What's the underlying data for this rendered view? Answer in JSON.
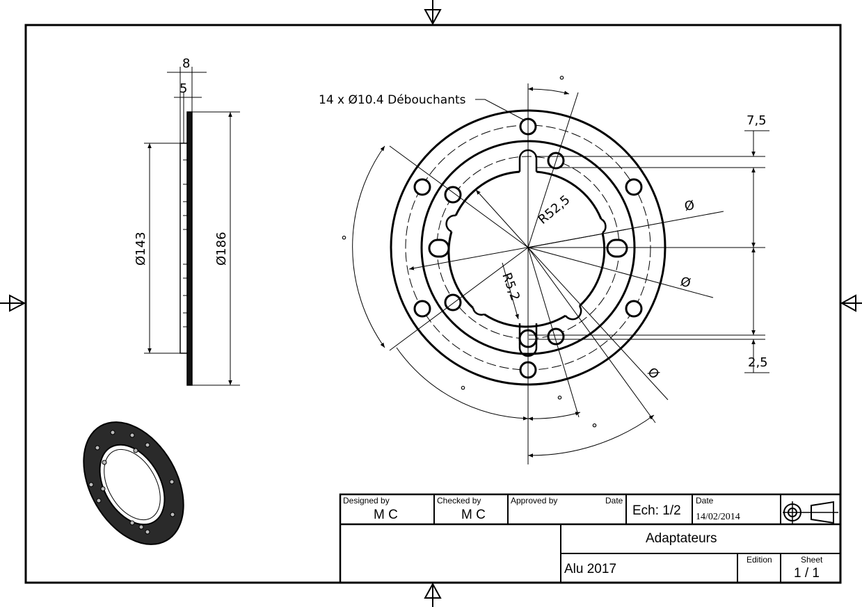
{
  "annotations": {
    "hole_callout": "14 x Ø10.4 Débouchants",
    "side_width_total": "8",
    "side_width_inner": "5",
    "side_dia_inner": "Ø143",
    "side_dia_outer": "Ø186",
    "radius_large": "R52,5",
    "radius_small": "R5,2",
    "offset_top": "7,5",
    "offset_bottom": "2,5",
    "dia_symbol_1": "Ø",
    "dia_symbol_2": "Ø",
    "dia_symbol_3": "Ø",
    "degree_1": "°",
    "degree_2": "°",
    "degree_3": "°",
    "degree_4": "°",
    "degree_5": "°"
  },
  "title_block": {
    "designed_by_label": "Designed by",
    "designed_by_value": "M C",
    "checked_by_label": "Checked by",
    "checked_by_value": "M C",
    "approved_by_label": "Approved by",
    "date_label_1": "Date",
    "scale": "Ech: 1/2",
    "date_label_2": "Date",
    "date_value": "14/02/2014",
    "title": "Adaptateurs",
    "material": "Alu 2017",
    "edition_label": "Edition",
    "sheet_label": "Sheet",
    "sheet_value": "1 / 1"
  }
}
